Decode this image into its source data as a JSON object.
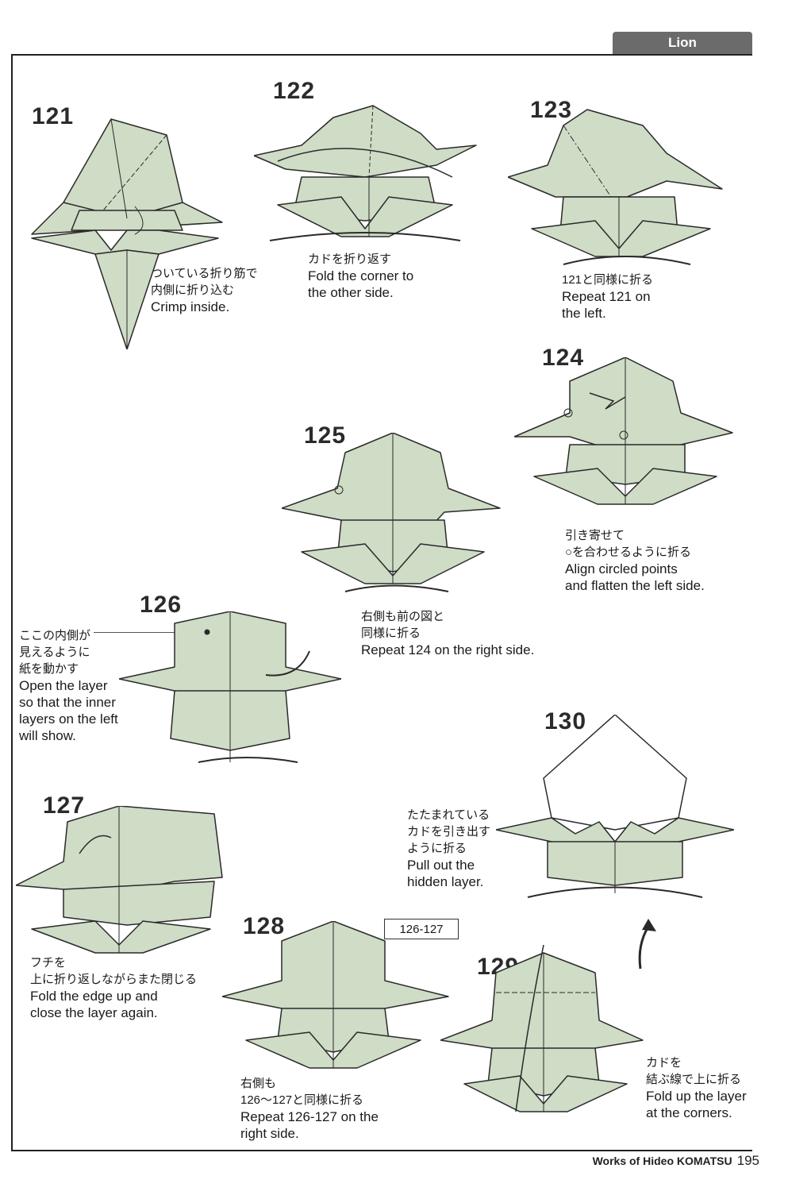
{
  "header": {
    "title": "Lion"
  },
  "colors": {
    "paper": "#cfdcc6",
    "line": "#2a2a2a",
    "tab": "#6b6b6b"
  },
  "steps": [
    {
      "number": "121",
      "jp": [
        "ついている折り筋で",
        "内側に折り込む"
      ],
      "en": [
        "Crimp inside."
      ]
    },
    {
      "number": "122",
      "jp": [
        "カドを折り返す"
      ],
      "en": [
        "Fold the corner to",
        "the other side."
      ]
    },
    {
      "number": "123",
      "jp": [
        "121と同様に折る"
      ],
      "en": [
        "Repeat 121 on",
        "the left."
      ]
    },
    {
      "number": "124",
      "jp": [
        "引き寄せて",
        "○を合わせるように折る"
      ],
      "en": [
        "Align circled points",
        "and flatten the left side."
      ]
    },
    {
      "number": "125",
      "jp": [
        "右側も前の図と",
        "同様に折る"
      ],
      "en": [
        "Repeat 124 on the right side."
      ]
    },
    {
      "number": "126",
      "jp": [
        "ここの内側が",
        "見えるように",
        "紙を動かす"
      ],
      "en": [
        "Open the layer",
        "so that the inner",
        "layers on the left",
        "will show."
      ]
    },
    {
      "number": "127",
      "jp": [
        "フチを",
        "上に折り返しながらまた閉じる"
      ],
      "en": [
        "Fold the edge up and",
        "close the layer again."
      ]
    },
    {
      "number": "128",
      "jp": [
        "右側も",
        "126～127と同様に折る"
      ],
      "en": [
        "Repeat 126-127 on the",
        "right side."
      ],
      "ref": "126-127"
    },
    {
      "number": "129",
      "jp": [
        "カドを",
        "結ぶ線で上に折る"
      ],
      "en": [
        "Fold up the layer",
        "at the corners."
      ]
    },
    {
      "number": "130",
      "jp": [
        "たたまれている",
        "カドを引き出す",
        "ように折る"
      ],
      "en": [
        "Pull out the",
        "hidden layer."
      ]
    }
  ],
  "footer": {
    "credit": "Works of Hideo KOMATSU",
    "page": "195"
  }
}
